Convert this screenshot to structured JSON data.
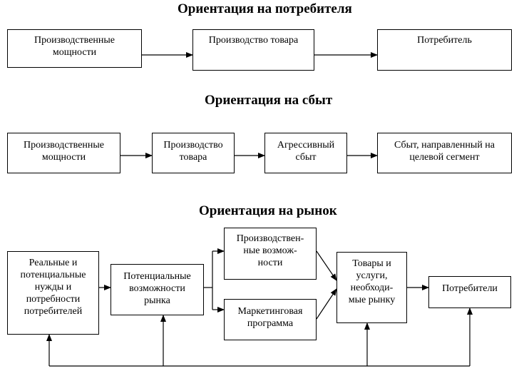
{
  "section_top": {
    "title": "Ориентация на потребителя",
    "boxes": [
      [
        "Производственные",
        "мощности"
      ],
      [
        "Производство товара"
      ],
      [
        "Потребитель"
      ]
    ]
  },
  "section_middle": {
    "title": "Ориентация на сбыт",
    "boxes": [
      [
        "Производственные",
        "мощности"
      ],
      [
        "Производство",
        "товара"
      ],
      [
        "Агрессивный",
        "сбыт"
      ],
      [
        "Сбыт, направленный на",
        "целевой сегмент"
      ]
    ]
  },
  "section_bottom": {
    "title": "Ориентация на рынок",
    "boxes": {
      "needs": [
        "Реальные и",
        "потенциальные",
        "нужды и",
        "потребности",
        "потребителей"
      ],
      "potential": [
        "Потенциальные",
        "возможности",
        "рынка"
      ],
      "production": [
        "Производствен-",
        "ные возмож-",
        "ности"
      ],
      "marketing": [
        "Маркетинговая",
        "программа"
      ],
      "goods": [
        "Товары и",
        "услуги,",
        "необходи-",
        "мые рынку"
      ],
      "consumers": [
        "Потребители"
      ]
    }
  }
}
